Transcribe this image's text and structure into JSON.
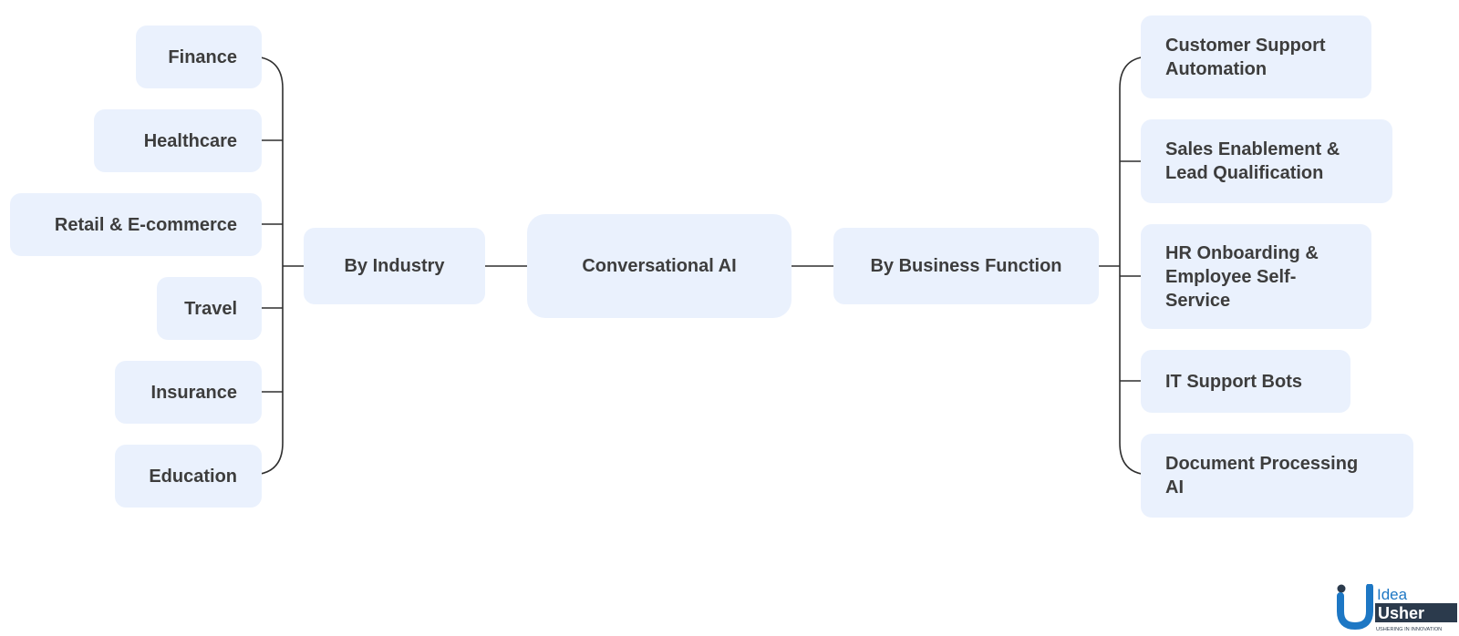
{
  "root": {
    "label": "Conversational AI"
  },
  "branches": {
    "industry": {
      "label": "By Industry",
      "items": [
        "Finance",
        "Healthcare",
        "Retail & E-commerce",
        "Travel",
        "Insurance",
        "Education"
      ]
    },
    "function": {
      "label": "By Business Function",
      "items": [
        "Customer Support Automation",
        "Sales Enablement & Lead Qualification",
        "HR Onboarding & Employee Self-Service",
        "IT Support Bots",
        "Document Processing AI"
      ]
    }
  },
  "logo": {
    "word_top": "Idea",
    "word_bottom": "Usher",
    "tagline": "USHERING IN INNOVATION"
  },
  "colors": {
    "node_fill": "#eaf1fd",
    "text": "#3d3d3d",
    "connector": "#2f2f2f",
    "logo_blue": "#1d77c4",
    "logo_dark": "#2b3a4c"
  }
}
